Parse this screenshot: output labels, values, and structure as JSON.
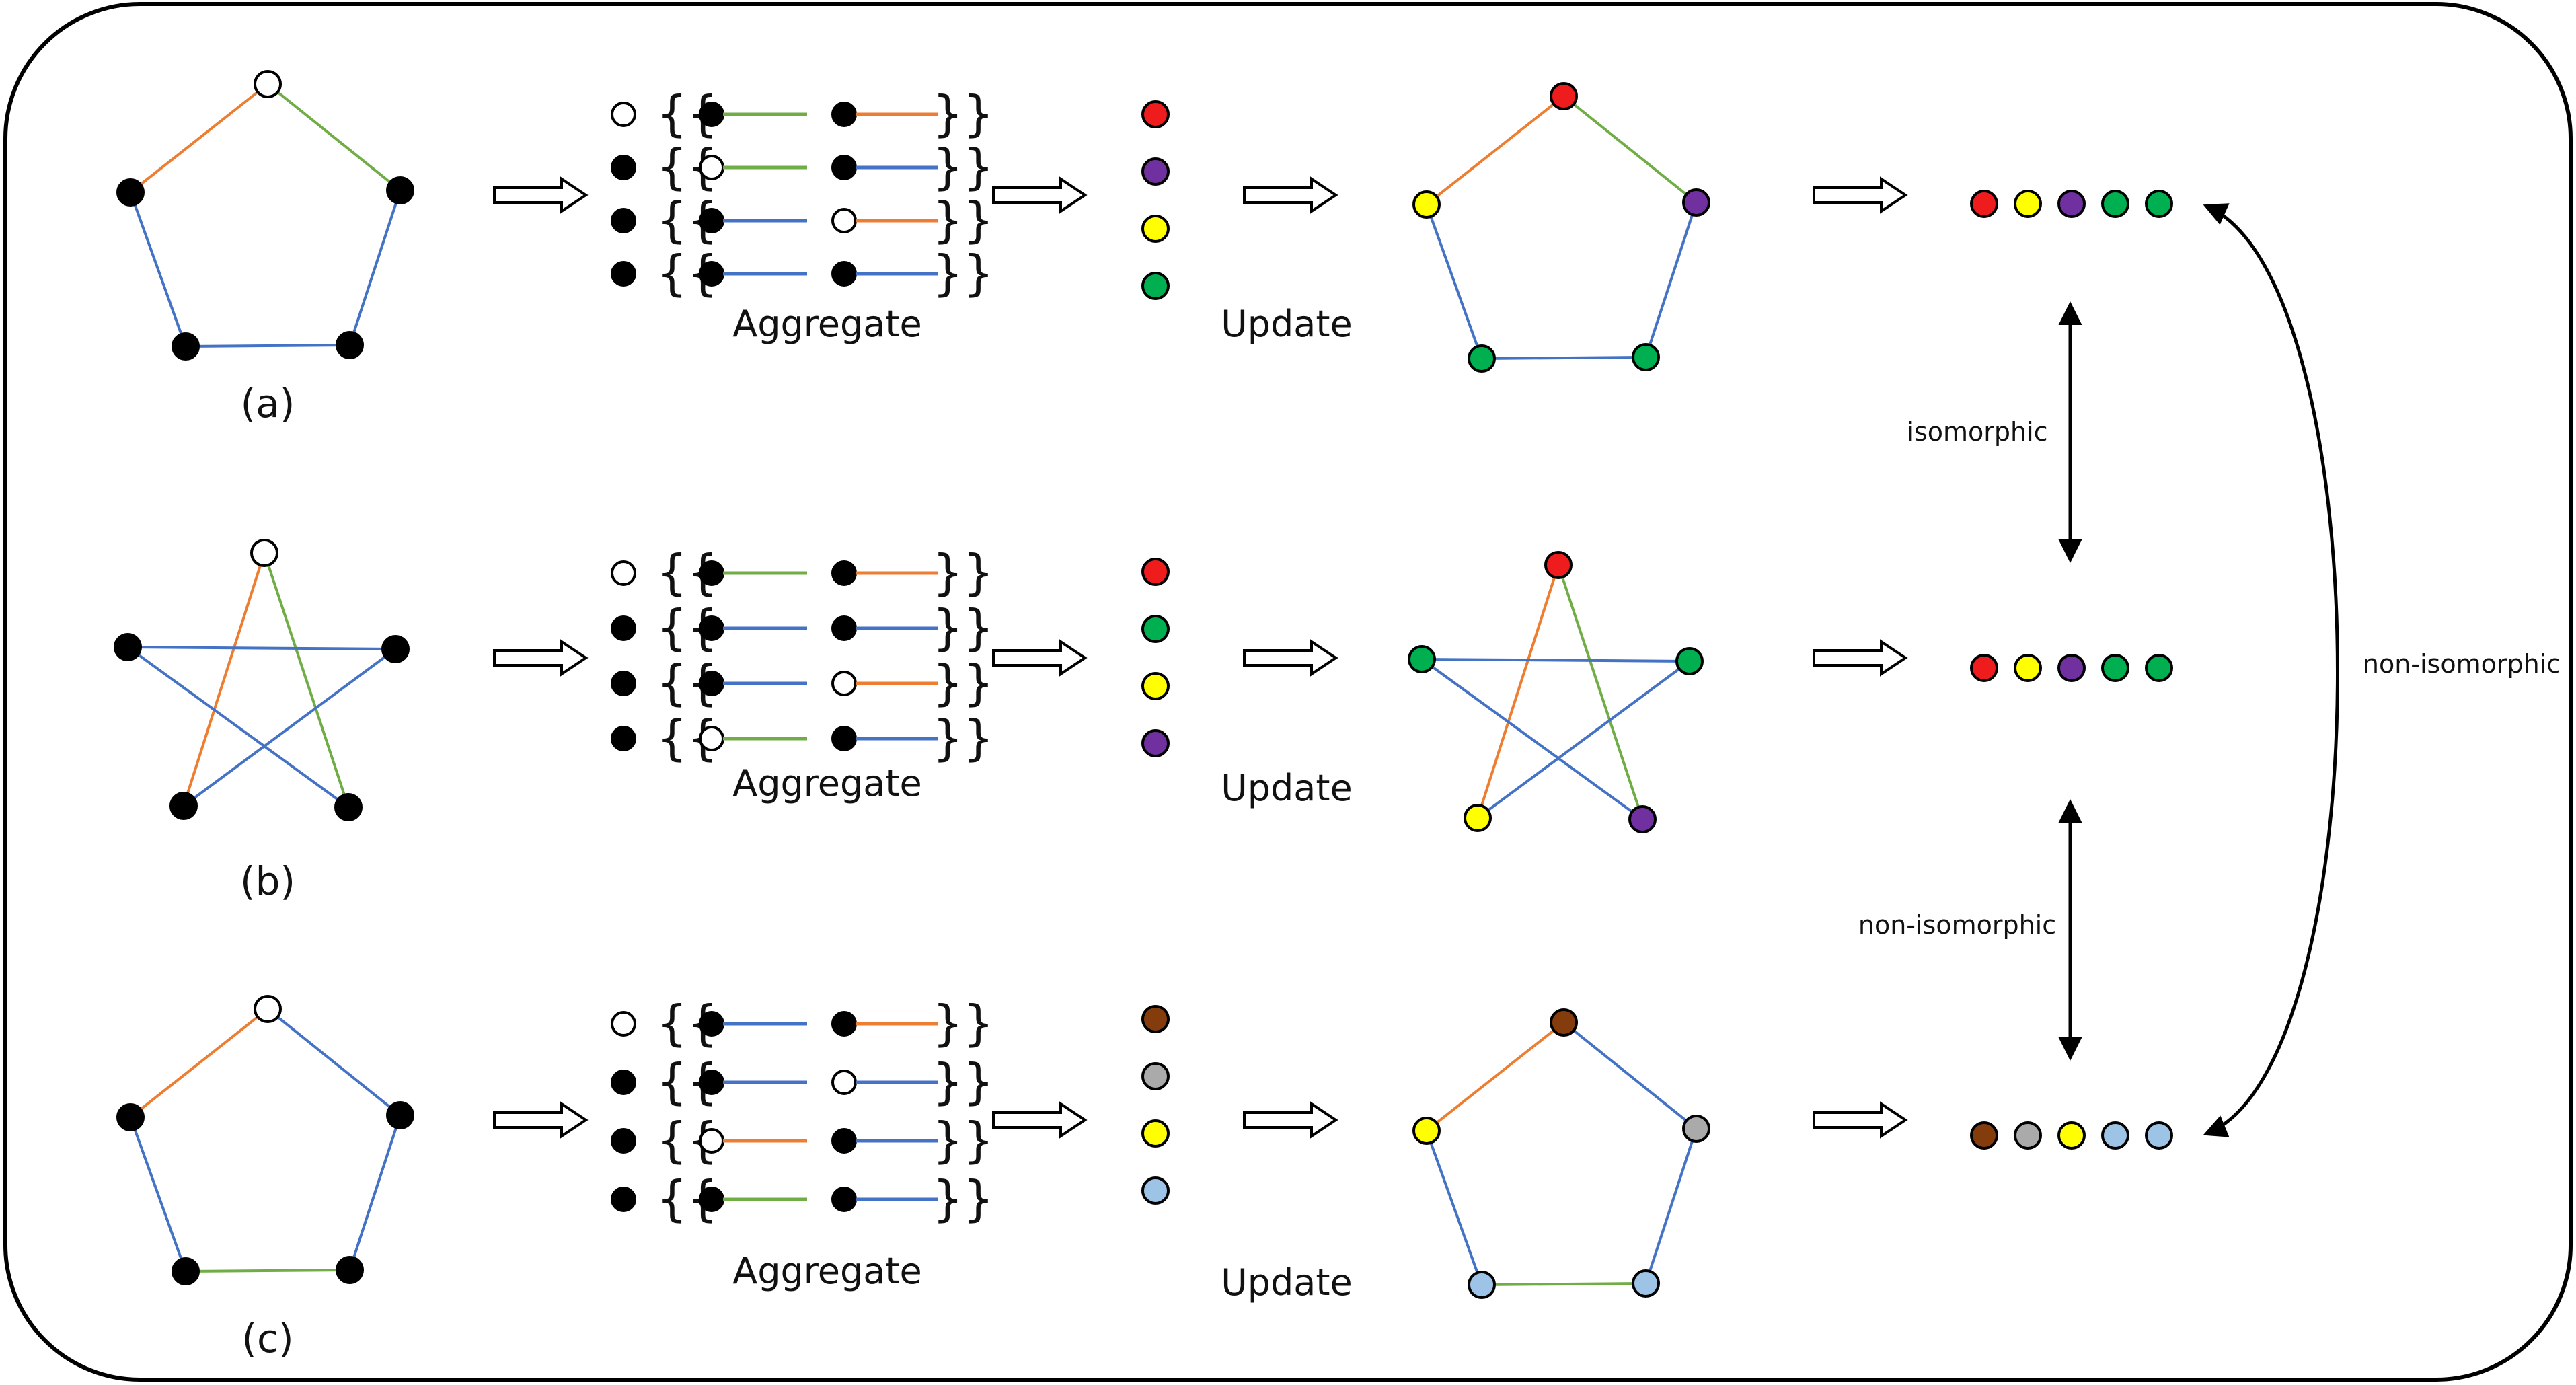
{
  "colors": {
    "red": "#ee1c1c",
    "purple": "#7030a0",
    "yellow": "#ffff00",
    "green": "#00b050",
    "brown": "#843c0c",
    "gray": "#aaaaaa",
    "lightblue": "#9dc3e6",
    "edge_orange": "#ed7d31",
    "edge_green": "#70ad47",
    "edge_blue": "#4472c4",
    "black": "#000000",
    "white": "#ffffff"
  },
  "rows": [
    {
      "label": "(a)",
      "graph_shape": "pentagon",
      "edges": [
        "orange",
        "green",
        "blue",
        "blue",
        "blue"
      ],
      "aggregate_label": "Aggregate",
      "aggregate": [
        {
          "node": "white",
          "n1": "black",
          "e1": "green",
          "n2": "black",
          "e2": "orange"
        },
        {
          "node": "black",
          "n1": "white",
          "e1": "green",
          "n2": "black",
          "e2": "blue"
        },
        {
          "node": "black",
          "n1": "black",
          "e1": "blue",
          "n2": "white",
          "e2": "orange"
        },
        {
          "node": "black",
          "n1": "black",
          "e1": "blue",
          "n2": "black",
          "e2": "blue"
        }
      ],
      "new_colors": [
        "red",
        "purple",
        "yellow",
        "green"
      ],
      "update_label": "Update",
      "result_node_colors": {
        "top": "red",
        "right": "purple",
        "bottom_right": "green",
        "bottom_left": "green",
        "left": "yellow"
      },
      "histogram": [
        "red",
        "yellow",
        "purple",
        "green",
        "green"
      ]
    },
    {
      "label": "(b)",
      "graph_shape": "star",
      "edges": [
        "orange",
        "green",
        "blue",
        "blue",
        "blue"
      ],
      "aggregate_label": "Aggregate",
      "aggregate": [
        {
          "node": "white",
          "n1": "black",
          "e1": "green",
          "n2": "black",
          "e2": "orange"
        },
        {
          "node": "black",
          "n1": "black",
          "e1": "blue",
          "n2": "black",
          "e2": "blue"
        },
        {
          "node": "black",
          "n1": "black",
          "e1": "blue",
          "n2": "white",
          "e2": "orange"
        },
        {
          "node": "black",
          "n1": "white",
          "e1": "green",
          "n2": "black",
          "e2": "blue"
        }
      ],
      "new_colors": [
        "red",
        "green",
        "yellow",
        "purple"
      ],
      "update_label": "Update",
      "result_node_colors": {
        "top": "red",
        "right": "green",
        "bottom_right": "purple",
        "bottom_left": "yellow",
        "left": "green"
      },
      "histogram": [
        "red",
        "yellow",
        "purple",
        "green",
        "green"
      ]
    },
    {
      "label": "(c)",
      "graph_shape": "pentagon",
      "edges": [
        "orange",
        "blue",
        "blue",
        "green",
        "blue"
      ],
      "aggregate_label": "Aggregate",
      "aggregate": [
        {
          "node": "white",
          "n1": "black",
          "e1": "blue",
          "n2": "black",
          "e2": "orange"
        },
        {
          "node": "black",
          "n1": "black",
          "e1": "blue",
          "n2": "white",
          "e2": "blue"
        },
        {
          "node": "black",
          "n1": "white",
          "e1": "orange",
          "n2": "black",
          "e2": "blue"
        },
        {
          "node": "black",
          "n1": "black",
          "e1": "green",
          "n2": "black",
          "e2": "blue"
        }
      ],
      "new_colors": [
        "brown",
        "gray",
        "yellow",
        "lightblue"
      ],
      "update_label": "Update",
      "result_node_colors": {
        "top": "brown",
        "right": "gray",
        "bottom_right": "lightblue",
        "bottom_left": "lightblue",
        "left": "yellow"
      },
      "histogram": [
        "brown",
        "gray",
        "yellow",
        "lightblue",
        "lightblue"
      ]
    }
  ],
  "relations": {
    "ab": "isomorphic",
    "bc": "non-isomorphic",
    "ac": "non-isomorphic"
  }
}
